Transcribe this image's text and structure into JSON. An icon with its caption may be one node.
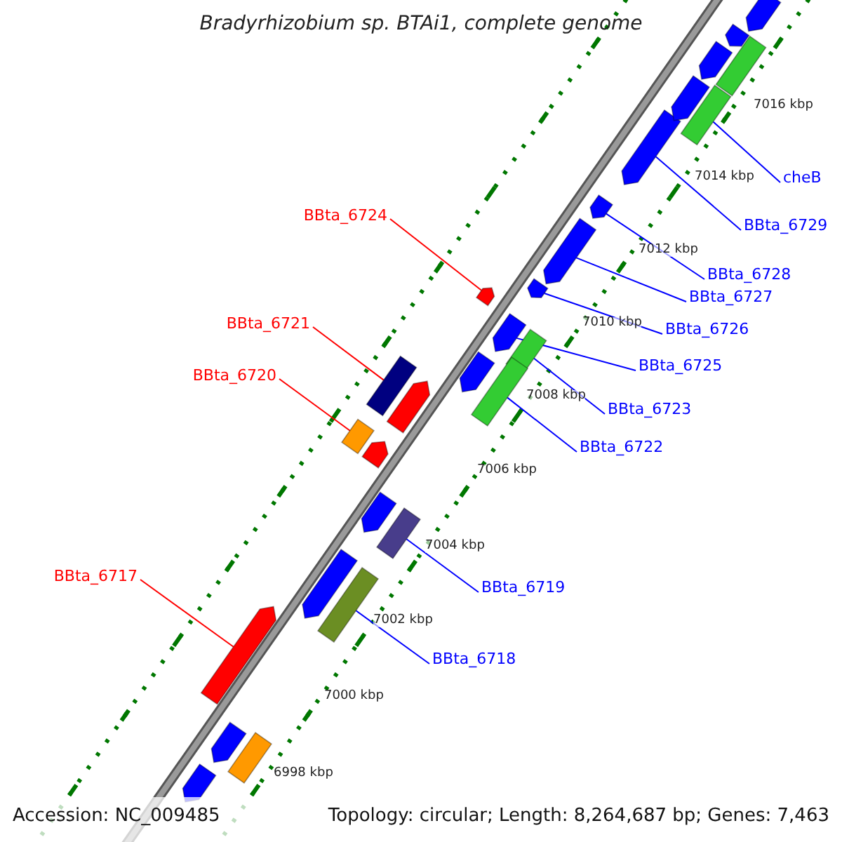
{
  "diagram": {
    "title": "Bradyrhizobium sp. BTAi1, complete genome",
    "nodes": [
      {
        "text": [
          "cheB"
        ]
      },
      {
        "text": [
          "BBta_6724"
        ]
      },
      {
        "text": [
          "BBta_6729"
        ]
      },
      {
        "text": [
          "BBta_6728"
        ]
      },
      {
        "text": [
          "BBta_6727"
        ]
      },
      {
        "text": [
          "BBta_6726"
        ]
      },
      {
        "text": [
          "BBta_6721"
        ]
      },
      {
        "text": [
          "BBta_6725"
        ]
      },
      {
        "text": [
          "BBta_6720"
        ]
      },
      {
        "text": [
          "BBta_6723"
        ]
      },
      {
        "text": [
          "BBta_6722"
        ]
      },
      {
        "text": [
          "BBta_6717"
        ]
      },
      {
        "text": [
          "BBta_6719"
        ]
      },
      {
        "text": [
          "BBta_6718"
        ]
      },
      {
        "text": [],
        "shape": "bar"
      },
      {
        "text": [],
        "shape": "bar"
      },
      {
        "text": [],
        "shape": "bar"
      },
      {
        "text": [],
        "shape": "bar"
      },
      {
        "text": [],
        "shape": "bar"
      },
      {
        "text": [],
        "shape": "bar"
      },
      {
        "text": [],
        "shape": "bar"
      },
      {
        "text": [],
        "shape": "bar"
      },
      {
        "text": [],
        "shape": "bar"
      },
      {
        "text": [],
        "shape": "bar"
      },
      {
        "text": [],
        "shape": "bar"
      },
      {
        "text": [],
        "shape": "bar"
      },
      {
        "text": [],
        "shape": "bar"
      },
      {
        "text": [],
        "shape": "bar"
      },
      {
        "text": [],
        "shape": "bar"
      },
      {
        "text": [],
        "shape": "bar"
      },
      {
        "text": [],
        "shape": "bar"
      },
      {
        "text": [],
        "shape": "bar"
      },
      {
        "text": [],
        "shape": "bar"
      },
      {
        "text": [],
        "shape": "bar"
      },
      {
        "text": [],
        "shape": "bar"
      },
      {
        "text": [],
        "shape": "bar"
      },
      {
        "text": [],
        "shape": "bar"
      },
      {
        "text": [],
        "shape": "bar"
      },
      {
        "text": [],
        "shape": "bar"
      },
      {
        "text": [],
        "shape": "bar"
      },
      {
        "text": [],
        "shape": "bar"
      }
    ],
    "edges": [
      {
        "from": 0,
        "to": 14,
        "arrow": "none"
      },
      {
        "from": 1,
        "to": 15,
        "arrow": "none",
        "color": "#ff0000"
      },
      {
        "from": 2,
        "to": 16,
        "arrow": "none"
      },
      {
        "from": 3,
        "to": 17,
        "arrow": "none"
      },
      {
        "from": 4,
        "to": 18,
        "arrow": "none"
      },
      {
        "from": 5,
        "to": 19,
        "arrow": "none"
      },
      {
        "from": 6,
        "to": 20,
        "arrow": "none",
        "color": "#ff0000"
      },
      {
        "from": 7,
        "to": 21,
        "arrow": "none"
      },
      {
        "from": 8,
        "to": 22,
        "arrow": "none",
        "color": "#ff0000"
      },
      {
        "from": 9,
        "to": 23,
        "arrow": "none"
      },
      {
        "from": 10,
        "to": 24,
        "arrow": "none"
      },
      {
        "from": 11,
        "to": 25,
        "arrow": "none",
        "color": "#ff0000"
      },
      {
        "from": 12,
        "to": 26,
        "arrow": "none"
      },
      {
        "from": 13,
        "to": 27,
        "arrow": "none"
      }
    ],
    "labels": [
      "7016 kbp",
      "7014 kbp",
      "7012 kbp",
      "7010 kbp",
      "7008 kbp",
      "7006 kbp",
      "7004 kbp",
      "7002 kbp",
      "7000 kbp",
      "6998 kbp",
      "Accession: NC_009485",
      "Topology: circular; Length: 8,264,687 bp; Genes: 7,463"
    ]
  }
}
